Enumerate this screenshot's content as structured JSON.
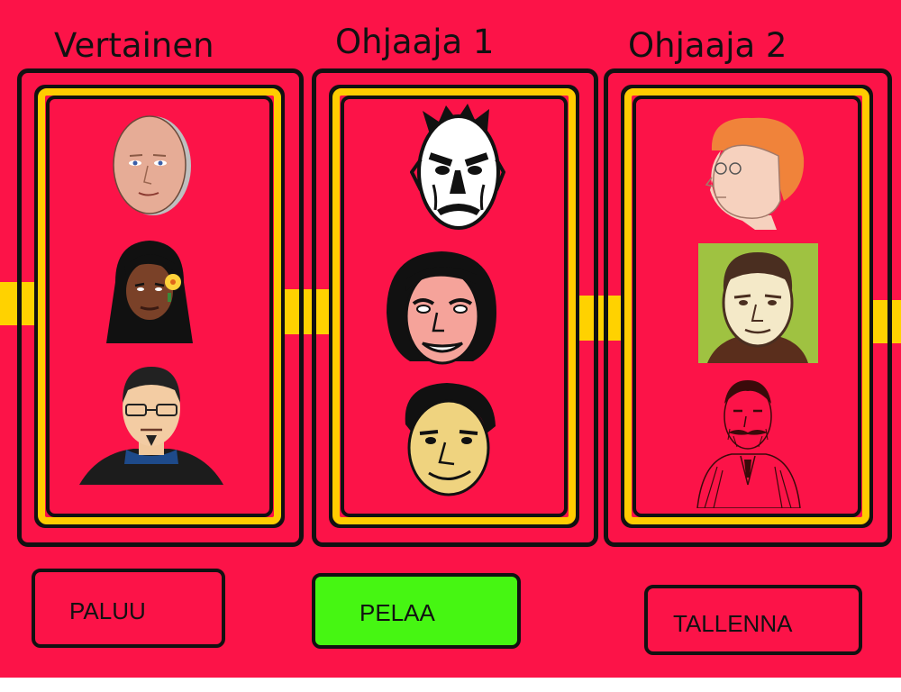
{
  "columns": [
    {
      "title": "Vertainen",
      "faces": [
        "bald-man-portrait",
        "woman-with-flower-portrait",
        "man-with-glasses-portrait"
      ]
    },
    {
      "title": "Ohjaaja 1",
      "faces": [
        "grumpy-old-man-portrait",
        "retro-woman-portrait",
        "smiling-man-portrait"
      ]
    },
    {
      "title": "Ohjaaja 2",
      "faces": [
        "old-woman-portrait",
        "man-green-background-portrait",
        "mustached-man-engraving-portrait"
      ]
    }
  ],
  "buttons": {
    "back_label": "PALUU",
    "play_label": "PELAA",
    "save_label": "TALLENNA"
  },
  "colors": {
    "background": "#fc1348",
    "frame_yellow": "#ffcc00",
    "play_green": "#46f612"
  }
}
